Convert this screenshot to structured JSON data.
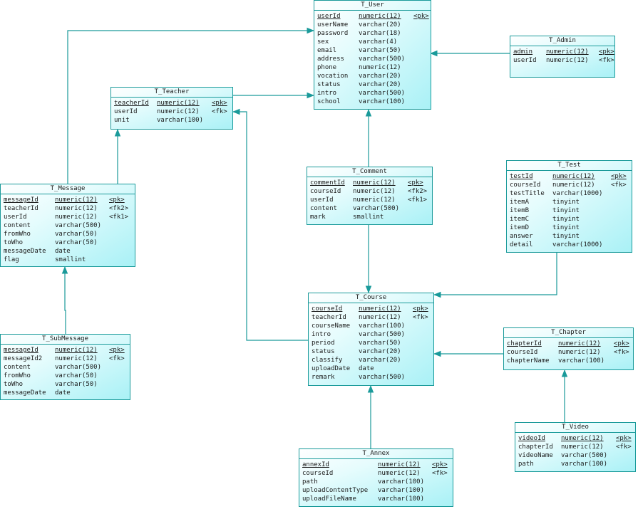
{
  "colors": {
    "line": "#1a9a9a",
    "fill_start": "#ffffff",
    "fill_end": "#a9f1f6",
    "text": "#1a1a1a"
  },
  "tables": [
    {
      "id": "user",
      "title": "T_User",
      "columns": [
        [
          "userId",
          "numeric(12)",
          "<pk>"
        ],
        [
          "userName",
          "varchar(20)",
          ""
        ],
        [
          "password",
          "varchar(18)",
          ""
        ],
        [
          "sex",
          "varchar(4)",
          ""
        ],
        [
          "email",
          "varchar(50)",
          ""
        ],
        [
          "address",
          "varchar(500)",
          ""
        ],
        [
          "phone",
          "numeric(12)",
          ""
        ],
        [
          "vocation",
          "varchar(20)",
          ""
        ],
        [
          "status",
          "varchar(20)",
          ""
        ],
        [
          "intro",
          "varchar(500)",
          ""
        ],
        [
          "school",
          "varchar(100)",
          ""
        ]
      ]
    },
    {
      "id": "admin",
      "title": "T_Admin",
      "columns": [
        [
          "admin",
          "numeric(12)",
          "<pk>"
        ],
        [
          "userId",
          "numeric(12)",
          "<fk>"
        ]
      ]
    },
    {
      "id": "teacher",
      "title": "T_Teacher",
      "columns": [
        [
          "teacherId",
          "numeric(12)",
          "<pk>"
        ],
        [
          "userId",
          "numeric(12)",
          "<fk>"
        ],
        [
          "unit",
          "varchar(100)",
          ""
        ]
      ]
    },
    {
      "id": "message",
      "title": "T_Message",
      "columns": [
        [
          "messageId",
          "numeric(12)",
          "<pk>"
        ],
        [
          "teacherId",
          "numeric(12)",
          "<fk2>"
        ],
        [
          "userId",
          "numeric(12)",
          "<fk1>"
        ],
        [
          "content",
          "varchar(500)",
          ""
        ],
        [
          "fromWho",
          "varchar(50)",
          ""
        ],
        [
          "toWho",
          "varchar(50)",
          ""
        ],
        [
          "messageDate",
          "date",
          ""
        ],
        [
          "flag",
          "smallint",
          ""
        ]
      ]
    },
    {
      "id": "comment",
      "title": "T_Comment",
      "columns": [
        [
          "commentId",
          "numeric(12)",
          "<pk>"
        ],
        [
          "courseId",
          "numeric(12)",
          "<fk2>"
        ],
        [
          "userId",
          "numeric(12)",
          "<fk1>"
        ],
        [
          "content",
          "varchar(500)",
          ""
        ],
        [
          "mark",
          "smallint",
          ""
        ]
      ]
    },
    {
      "id": "test",
      "title": "T_Test",
      "columns": [
        [
          "testId",
          "numeric(12)",
          "<pk>"
        ],
        [
          "courseId",
          "numeric(12)",
          "<fk>"
        ],
        [
          "testTitle",
          "varchar(1000)",
          ""
        ],
        [
          "itemA",
          "tinyint",
          ""
        ],
        [
          "itemB",
          "tinyint",
          ""
        ],
        [
          "itemC",
          "tinyint",
          ""
        ],
        [
          "itemD",
          "tinyint",
          ""
        ],
        [
          "answer",
          "tinyint",
          ""
        ],
        [
          "detail",
          "varchar(1000)",
          ""
        ]
      ]
    },
    {
      "id": "course",
      "title": "T_Course",
      "columns": [
        [
          "courseId",
          "numeric(12)",
          "<pk>"
        ],
        [
          "teacherId",
          "numeric(12)",
          "<fk>"
        ],
        [
          "courseName",
          "varchar(100)",
          ""
        ],
        [
          "intro",
          "varchar(500)",
          ""
        ],
        [
          "period",
          "varchar(50)",
          ""
        ],
        [
          "status",
          "varchar(20)",
          ""
        ],
        [
          "classify",
          "varchar(20)",
          ""
        ],
        [
          "uploadDate",
          "date",
          ""
        ],
        [
          "remark",
          "varchar(500)",
          ""
        ]
      ]
    },
    {
      "id": "submessage",
      "title": "T_SubMessage",
      "columns": [
        [
          "messageId",
          "numeric(12)",
          "<pk>"
        ],
        [
          "messageId2",
          "numeric(12)",
          "<fk>"
        ],
        [
          "content",
          "varchar(500)",
          ""
        ],
        [
          "fromWho",
          "varchar(50)",
          ""
        ],
        [
          "toWho",
          "varchar(50)",
          ""
        ],
        [
          "messageDate",
          "date",
          ""
        ]
      ]
    },
    {
      "id": "chapter",
      "title": "T_Chapter",
      "columns": [
        [
          "chapterId",
          "numeric(12)",
          "<pk>"
        ],
        [
          "courseId",
          "numeric(12)",
          "<fk>"
        ],
        [
          "chapterName",
          "varchar(100)",
          ""
        ]
      ]
    },
    {
      "id": "video",
      "title": "T_Video",
      "columns": [
        [
          "videoId",
          "numeric(12)",
          "<pk>"
        ],
        [
          "chapterId",
          "numeric(12)",
          "<fk>"
        ],
        [
          "videoName",
          "varchar(500)",
          ""
        ],
        [
          "path",
          "varchar(100)",
          ""
        ]
      ]
    },
    {
      "id": "annex",
      "title": "T_Annex",
      "columns": [
        [
          "annexId",
          "numeric(12)",
          "<pk>"
        ],
        [
          "courseId",
          "numeric(12)",
          "<fk>"
        ],
        [
          "path",
          "varchar(100)",
          ""
        ],
        [
          "uploadContentType",
          "varchar(100)",
          ""
        ],
        [
          "uploadFileName",
          "varchar(100)",
          ""
        ]
      ]
    }
  ]
}
